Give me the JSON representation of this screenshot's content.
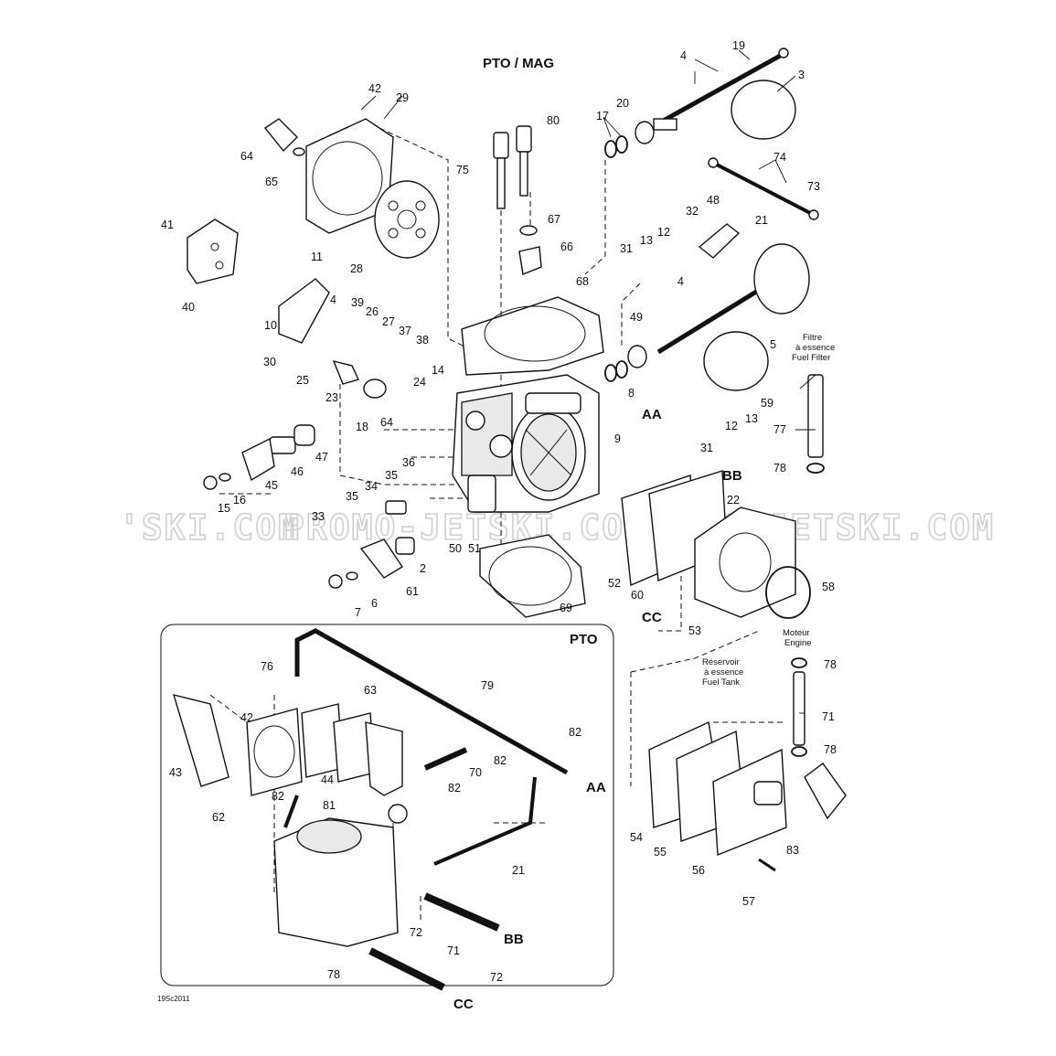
{
  "headings": {
    "main": "PTO / MAG",
    "inset": "PTO",
    "code": "19Sc2011"
  },
  "connectors": [
    "AA",
    "BB",
    "CC",
    "AA",
    "BB",
    "CC"
  ],
  "notes": {
    "fuel_filter": [
      "Filtre",
      "à essence",
      "Fuel Filter"
    ],
    "engine": [
      "Moteur",
      "Engine"
    ],
    "fuel_tank": [
      "Réservoir",
      "à essence",
      "Fuel Tank"
    ]
  },
  "watermark": [
    "'SKI.COM",
    "PROMO-JETSKI.COM",
    "PROMO-JETSKI.COM"
  ],
  "callouts": [
    "19",
    "4",
    "3",
    "20",
    "17",
    "80",
    "42",
    "29",
    "74",
    "73",
    "48",
    "75",
    "32",
    "21",
    "64",
    "67",
    "12",
    "13",
    "31",
    "66",
    "65",
    "41",
    "68",
    "4",
    "11",
    "28",
    "49",
    "5",
    "40",
    "4",
    "39",
    "26",
    "10",
    "27",
    "37",
    "38",
    "30",
    "14",
    "8",
    "25",
    "24",
    "23",
    "AA",
    "59",
    "18",
    "64",
    "12",
    "13",
    "31",
    "77",
    "47",
    "36",
    "9",
    "78",
    "46",
    "35",
    "45",
    "34",
    "BB",
    "22",
    "16",
    "15",
    "33",
    "35",
    "50",
    "51",
    "2",
    "61",
    "52",
    "60",
    "58",
    "6",
    "69",
    "7",
    "CC",
    "53",
    "76",
    "63",
    "79",
    "42",
    "82",
    "82",
    "70",
    "43",
    "44",
    "82",
    "82",
    "81",
    "62",
    "21",
    "72",
    "71",
    "78",
    "72",
    "78",
    "71",
    "78",
    "54",
    "55",
    "56",
    "83",
    "57"
  ]
}
